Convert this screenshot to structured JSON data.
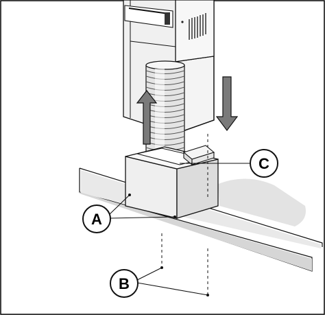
{
  "diagram": {
    "labels": {
      "a": "A",
      "b": "B",
      "c": "C"
    },
    "colors": {
      "frame": "#000000",
      "line": "#111111",
      "body_light": "#f2f2f2",
      "body_mid": "#d9d9d9",
      "shadow": "#e2e2e2",
      "arrow_fill": "#7a7a7a",
      "duct_light": "#e6e6e6",
      "duct_dark": "#9a9a9a"
    }
  }
}
